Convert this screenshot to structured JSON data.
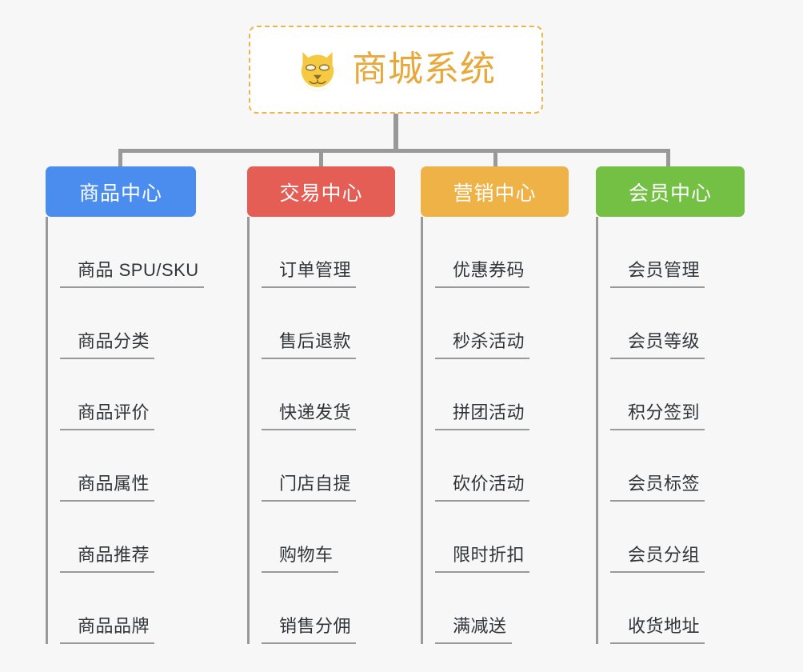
{
  "page": {
    "background_color": "#f7f7f7",
    "trunk_color": "#999999"
  },
  "root": {
    "title": "商城系统",
    "icon": "shiba-dog-face-emoji",
    "text_color": "#e8a93c",
    "border_color": "#efb44c",
    "background_color": "#ffffff"
  },
  "categories": [
    {
      "label": "商品中心",
      "color": "#4a8def",
      "items": [
        "商品 SPU/SKU",
        "商品分类",
        "商品评价",
        "商品属性",
        "商品推荐",
        "商品品牌"
      ]
    },
    {
      "label": "交易中心",
      "color": "#e55e56",
      "items": [
        "订单管理",
        "售后退款",
        "快递发货",
        "门店自提",
        "购物车",
        "销售分佣"
      ]
    },
    {
      "label": "营销中心",
      "color": "#eeb246",
      "items": [
        "优惠券码",
        "秒杀活动",
        "拼团活动",
        "砍价活动",
        "限时折扣",
        "满减送"
      ]
    },
    {
      "label": "会员中心",
      "color": "#74c044",
      "items": [
        "会员管理",
        "会员等级",
        "积分签到",
        "会员标签",
        "会员分组",
        "收货地址"
      ]
    }
  ]
}
